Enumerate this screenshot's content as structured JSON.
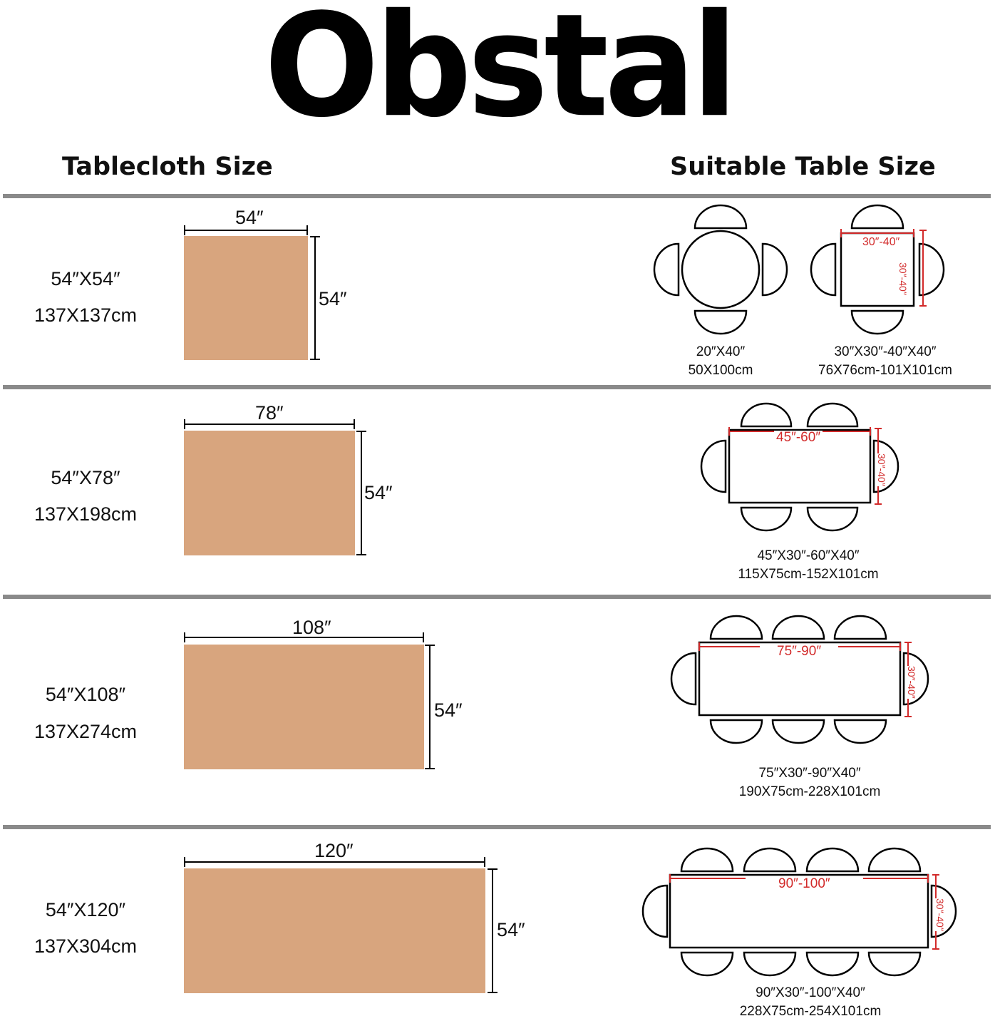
{
  "brand": {
    "logo_text": "Obstal"
  },
  "headers": {
    "tablecloth": "Tablecloth Size",
    "suitable": "Suitable Table Size"
  },
  "rows": [
    {
      "size_in": "54″X54″",
      "size_cm": "137X137cm",
      "width_label": "54″",
      "height_label": "54″",
      "tables": [
        {
          "shape": "round",
          "caption_in": "20″X40″",
          "caption_cm": "50X100cm"
        },
        {
          "shape": "square",
          "dim_long": "30″-40″",
          "dim_short": "30″-40″",
          "caption_in": "30″X30″-40″X40″",
          "caption_cm": "76X76cm-101X101cm"
        }
      ]
    },
    {
      "size_in": "54″X78″",
      "size_cm": "137X198cm",
      "width_label": "78″",
      "height_label": "54″",
      "tables": [
        {
          "shape": "rect-6",
          "dim_long": "45″-60″",
          "dim_short": "30″-40″",
          "caption_in": "45″X30″-60″X40″",
          "caption_cm": "115X75cm-152X101cm"
        }
      ]
    },
    {
      "size_in": "54″X108″",
      "size_cm": "137X274cm",
      "width_label": "108″",
      "height_label": "54″",
      "tables": [
        {
          "shape": "rect-8",
          "dim_long": "75″-90″",
          "dim_short": "30″-40″",
          "caption_in": "75″X30″-90″X40″",
          "caption_cm": "190X75cm-228X101cm"
        }
      ]
    },
    {
      "size_in": "54″X120″",
      "size_cm": "137X304cm",
      "width_label": "120″",
      "height_label": "54″",
      "tables": [
        {
          "shape": "rect-10",
          "dim_long": "90″-100″",
          "dim_short": "30″-40″",
          "caption_in": "90″X30″-100″X40″",
          "caption_cm": "228X75cm-254X101cm"
        }
      ]
    }
  ],
  "colors": {
    "cloth": "#d8a57e",
    "dimension_red": "#d22a2a",
    "rule": "#8a8a8a"
  }
}
